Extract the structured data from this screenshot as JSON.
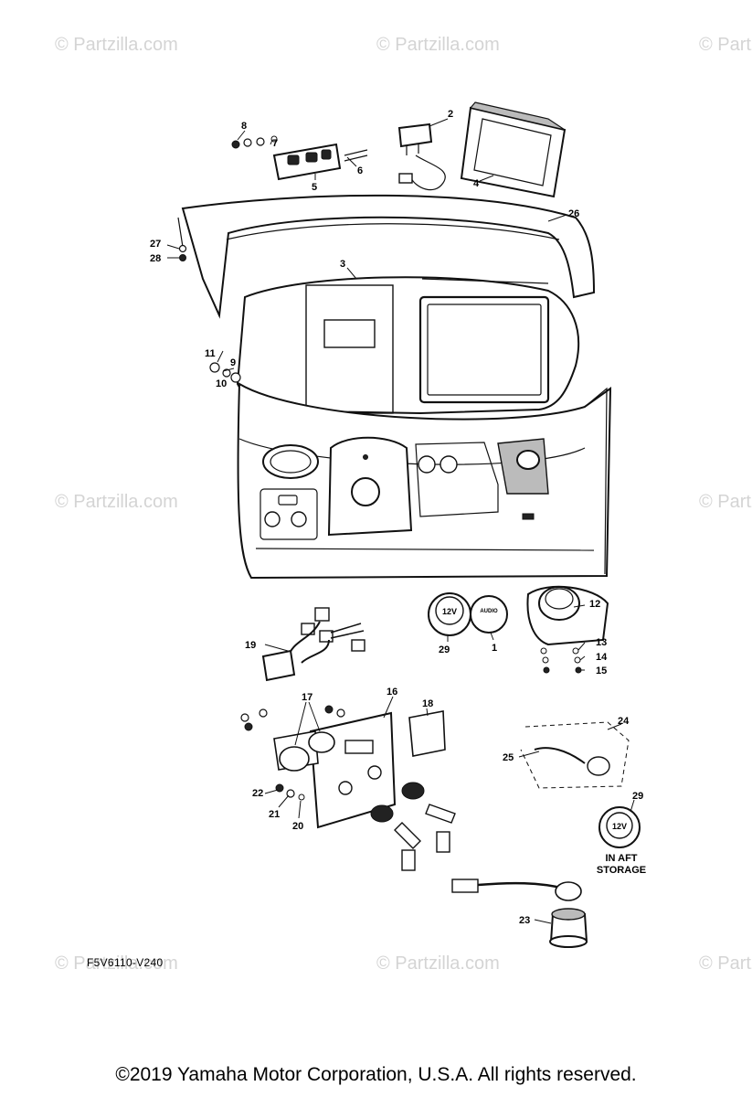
{
  "watermark": "© Partzilla.com",
  "diagram_code": "F5V6110-V240",
  "copyright": "©2019  Yamaha Motor Corporation, U.S.A. All rights reserved.",
  "notes": {
    "aft_storage_line1": "IN AFT",
    "aft_storage_line2": "STORAGE"
  },
  "socket_labels": {
    "twelve_volt": "12V",
    "audio": "AUDIO"
  },
  "callouts": {
    "c1": "1",
    "c2": "2",
    "c3": "3",
    "c4": "4",
    "c5": "5",
    "c6": "6",
    "c7": "7",
    "c8": "8",
    "c9": "9",
    "c10": "10",
    "c11": "11",
    "c12": "12",
    "c13": "13",
    "c14": "14",
    "c15": "15",
    "c16": "16",
    "c17": "17",
    "c18": "18",
    "c19": "19",
    "c20": "20",
    "c21": "21",
    "c22": "22",
    "c23": "23",
    "c24": "24",
    "c25": "25",
    "c26": "26",
    "c27": "27",
    "c28": "28",
    "c29a": "29",
    "c29b": "29"
  }
}
